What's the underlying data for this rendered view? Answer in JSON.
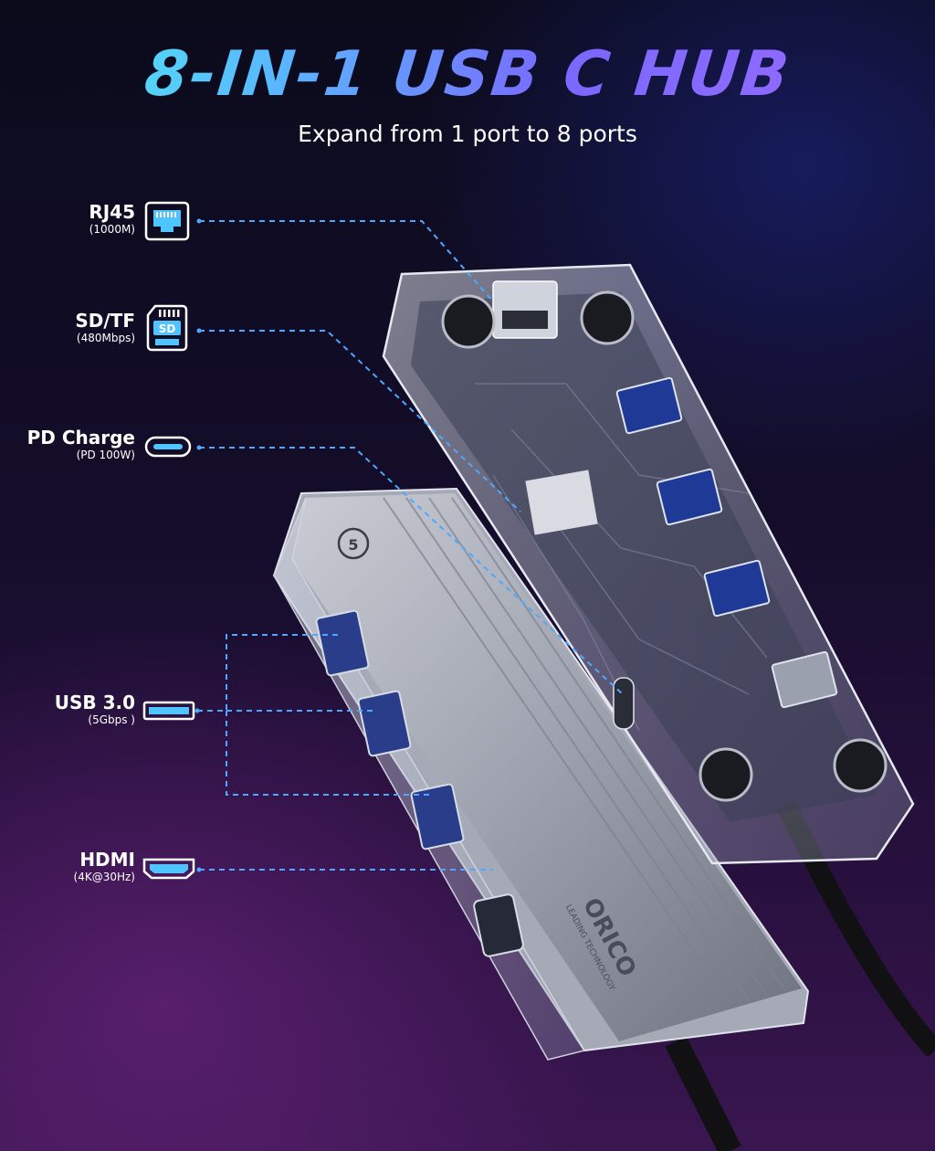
{
  "header": {
    "title": "8-IN-1 USB C HUB",
    "subtitle": "Expand from 1 port to 8 ports"
  },
  "ports": [
    {
      "name": "RJ45",
      "spec": "(1000M)",
      "icon": "ethernet-port-icon"
    },
    {
      "name": "SD/TF",
      "spec": "(480Mbps)",
      "icon": "sd-card-icon"
    },
    {
      "name": "PD Charge",
      "spec": "(PD 100W)",
      "icon": "usb-c-port-icon"
    },
    {
      "name": "USB 3.0",
      "spec": "(5Gbps )",
      "icon": "usb-a-port-icon"
    },
    {
      "name": "HDMI",
      "spec": "(4K@30Hz)",
      "icon": "hdmi-port-icon"
    }
  ],
  "product": {
    "brand": "ORICO",
    "brand_tagline": "LEADING TECHNOLOGY",
    "badge": "5"
  },
  "colors": {
    "title_gradient_start": "#4ff3f0",
    "title_gradient_end": "#9b6cff",
    "callout_line": "#4fa8ff",
    "background_top": "#0b0b1c",
    "background_bottom": "#3a1650"
  }
}
